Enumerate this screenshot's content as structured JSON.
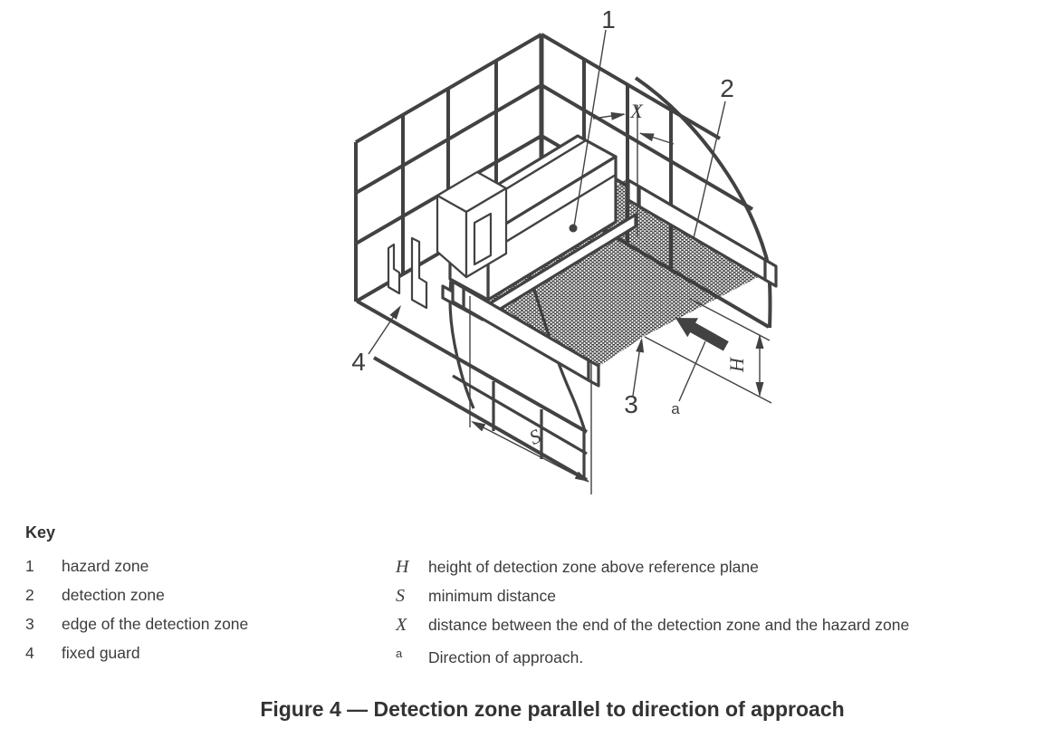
{
  "colors": {
    "line": "#424242",
    "text": "#3a3a3a",
    "stipple": "#3a3a3a"
  },
  "figure": {
    "callouts": {
      "c1": "1",
      "c2": "2",
      "c3": "3",
      "c4": "4"
    },
    "dims": {
      "x": "X",
      "s": "S",
      "h": "H",
      "a": "a"
    }
  },
  "key": {
    "title": "Key",
    "items": [
      {
        "num": "1",
        "label": "hazard zone"
      },
      {
        "num": "2",
        "label": "detection zone"
      },
      {
        "num": "3",
        "label": "edge of the detection zone"
      },
      {
        "num": "4",
        "label": "fixed guard"
      }
    ],
    "symbols": [
      {
        "sym": "H",
        "label": "height of detection zone above reference plane"
      },
      {
        "sym": "S",
        "label": "minimum distance"
      },
      {
        "sym": "X",
        "label": "distance between the end of the detection zone and the hazard zone"
      },
      {
        "sym": "a",
        "label": "Direction of approach."
      }
    ]
  },
  "caption": "Figure 4 — Detection zone parallel to direction of approach"
}
